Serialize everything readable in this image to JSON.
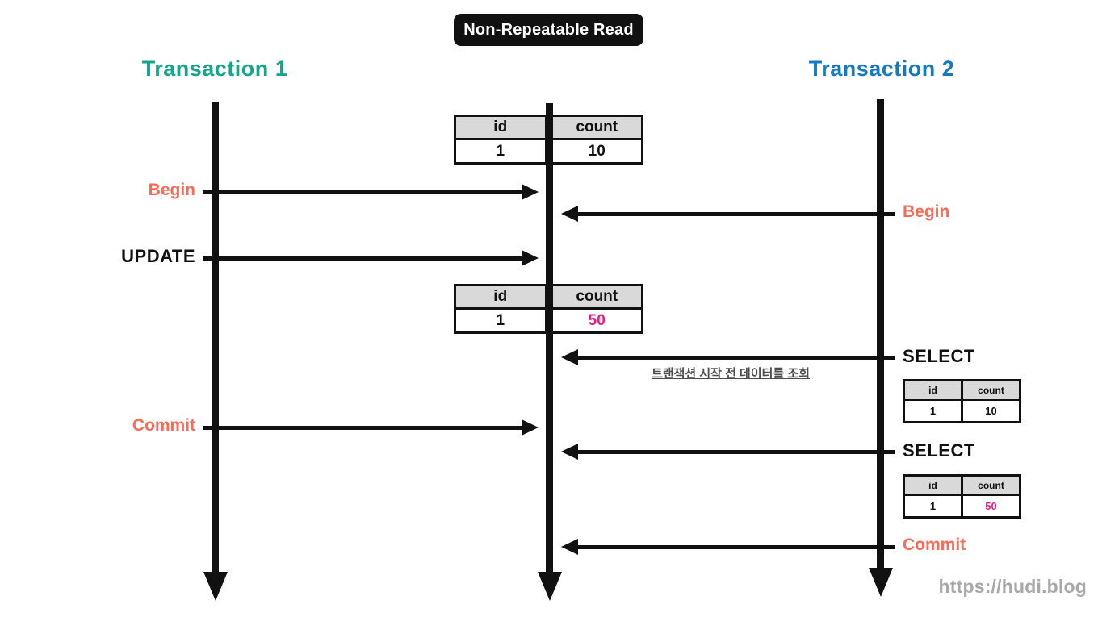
{
  "title": "Non-Repeatable Read",
  "watermark": "https://hudi.blog",
  "annotation": "트랜잭션 시작 전 데이터를 조회",
  "colors": {
    "teal": "#15a689",
    "blue": "#177ac1",
    "salmon": "#fa6a55",
    "pink": "#e91d80",
    "black": "#111111",
    "table_header_bg": "#d9d9d9",
    "annotation_gray": "#4d4d4d",
    "watermark_gray": "#a8a8a8"
  },
  "transaction1": {
    "label": "Transaction 1",
    "events": [
      {
        "label": "Begin"
      },
      {
        "label": "UPDATE"
      },
      {
        "label": "Commit"
      }
    ]
  },
  "transaction2": {
    "label": "Transaction 2",
    "events": [
      {
        "label": "Begin"
      },
      {
        "label": "SELECT"
      },
      {
        "label": "SELECT"
      },
      {
        "label": "Commit"
      }
    ]
  },
  "tables": {
    "initial": {
      "headers": [
        "id",
        "count"
      ],
      "row": [
        "1",
        "10"
      ]
    },
    "updated": {
      "headers": [
        "id",
        "count"
      ],
      "row": [
        "1",
        "50"
      ]
    },
    "select1": {
      "headers": [
        "id",
        "count"
      ],
      "row": [
        "1",
        "10"
      ]
    },
    "select2": {
      "headers": [
        "id",
        "count"
      ],
      "row": [
        "1",
        "50"
      ]
    }
  }
}
